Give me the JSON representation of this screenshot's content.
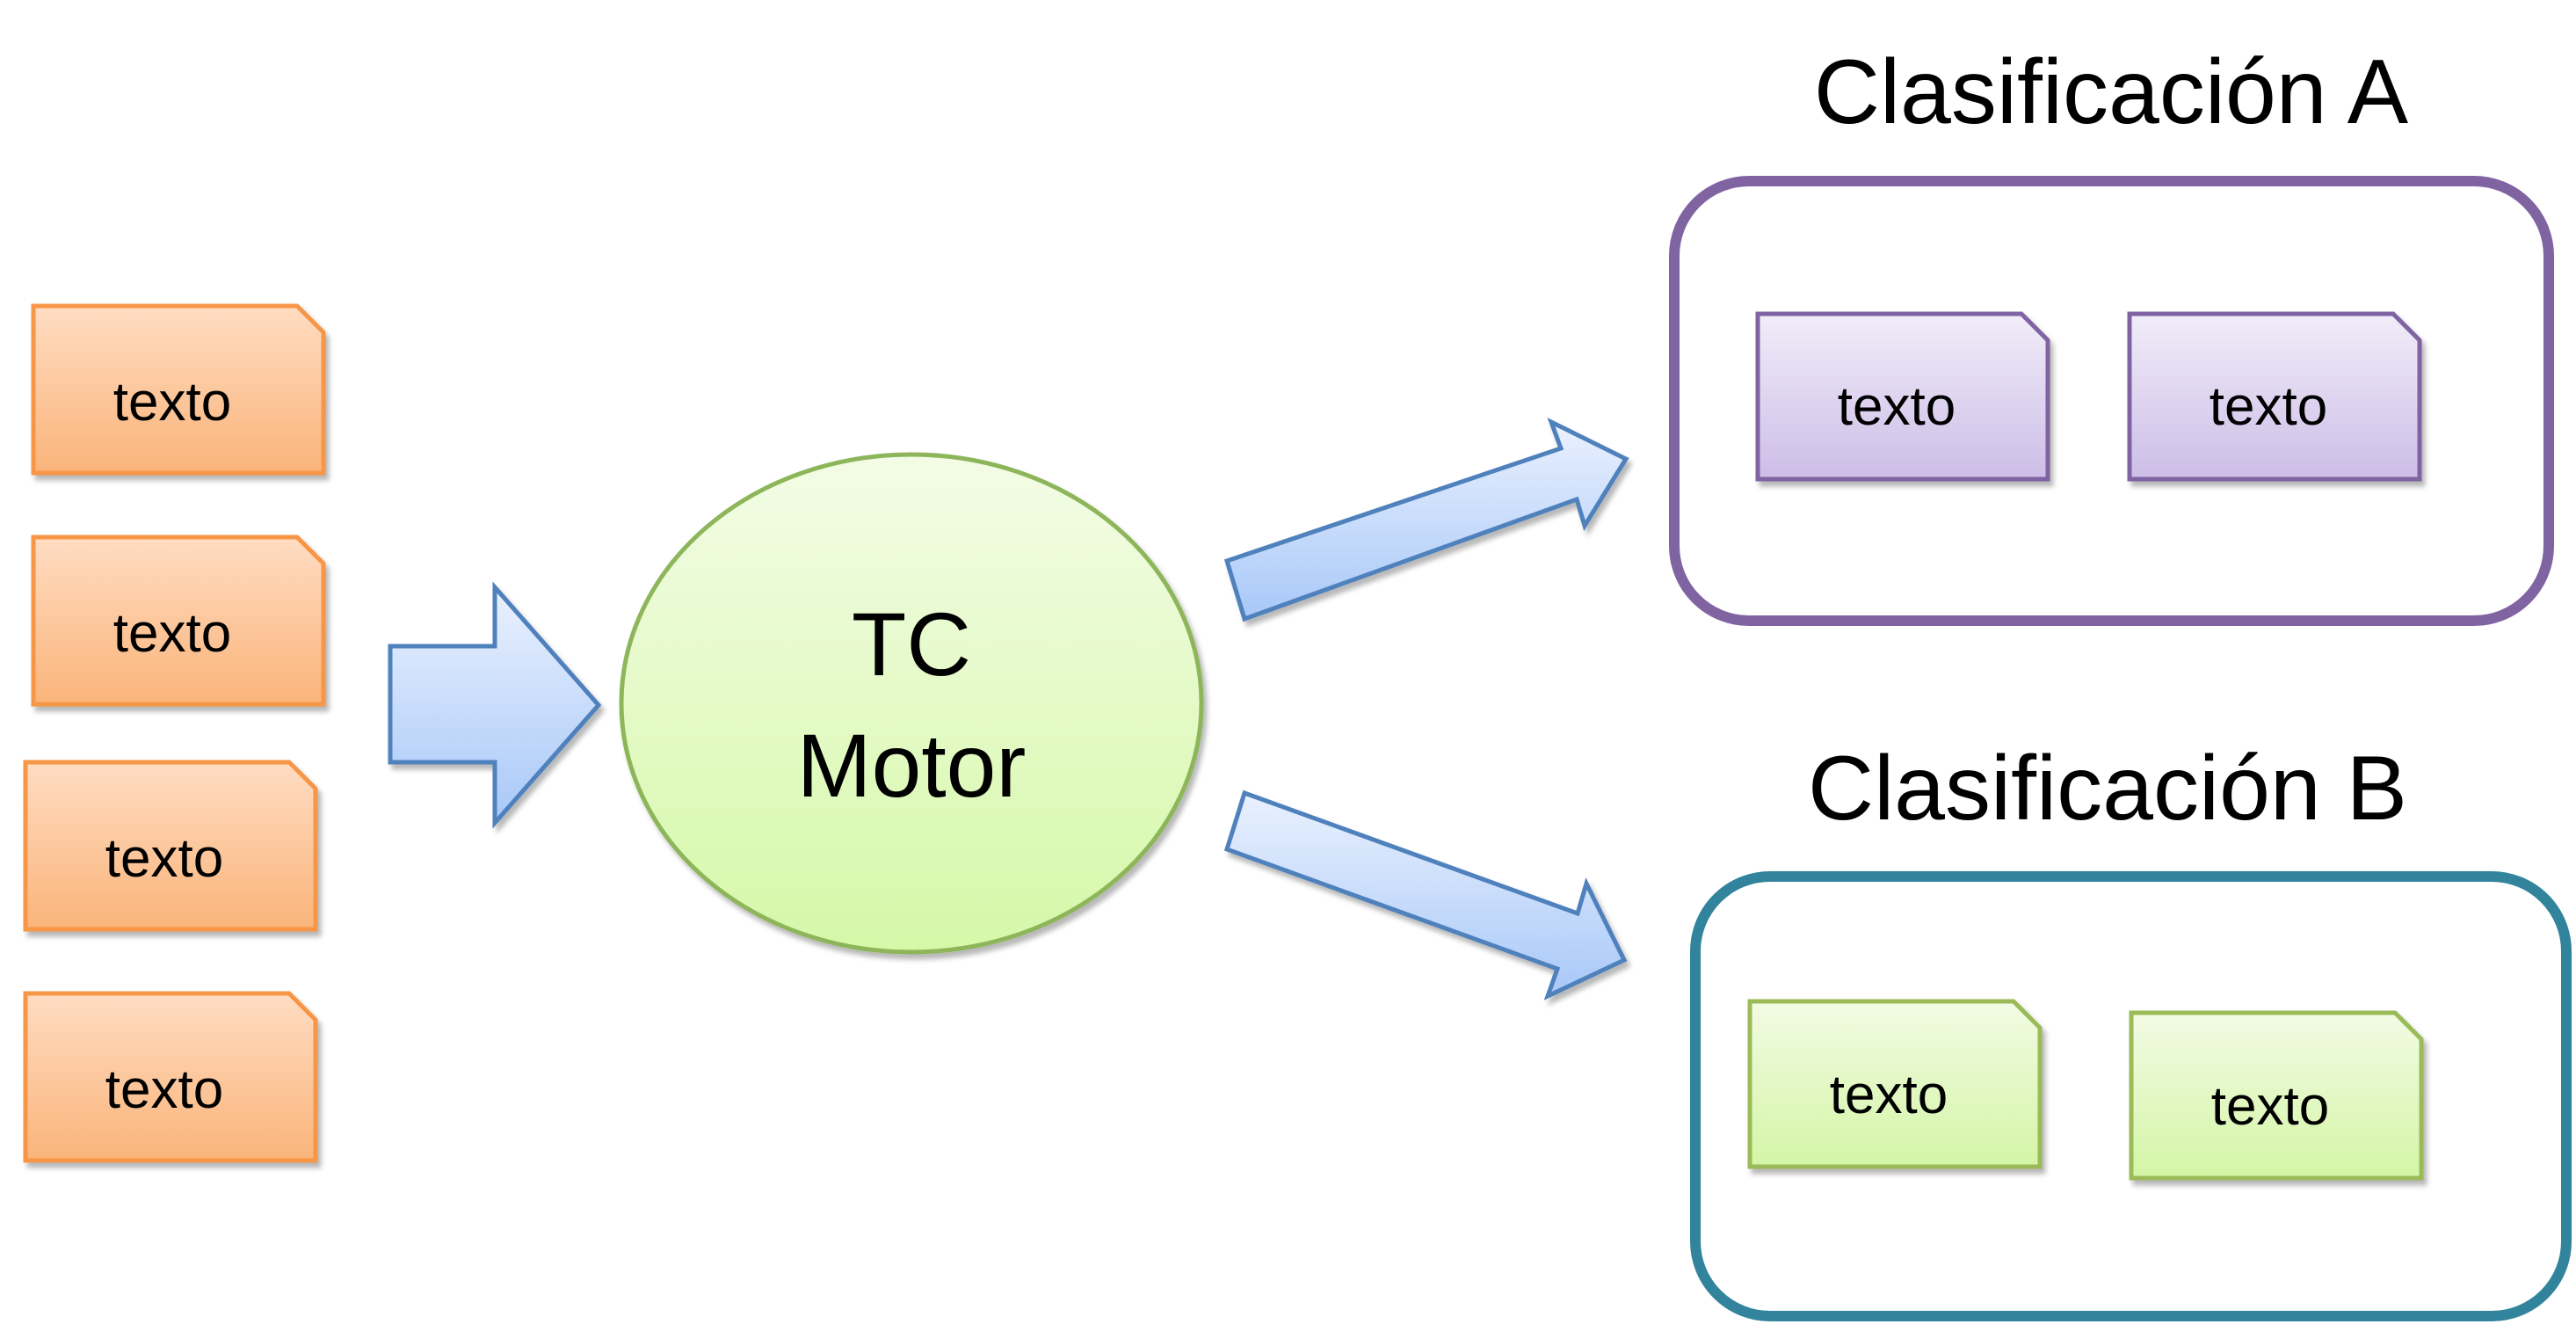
{
  "colors": {
    "input_doc_fill_top": "#FFDCC2",
    "input_doc_fill_bottom": "#FAB47A",
    "input_doc_stroke": "#F79646",
    "engine_fill_top": "#F3FCE6",
    "engine_fill_bottom": "#D5F8A8",
    "engine_stroke": "#8DB65A",
    "arrow_fill_top": "#EAF1FE",
    "arrow_fill_bottom": "#A8C8F8",
    "arrow_stroke": "#4F81BD",
    "group_a_border": "#8064A2",
    "group_a_doc_fill_top": "#F1EDF9",
    "group_a_doc_fill_bottom": "#CDBDE7",
    "group_b_border": "#31849B",
    "group_b_doc_fill_top": "#F2FBE4",
    "group_b_doc_fill_bottom": "#D4F5A6",
    "group_b_doc_stroke": "#9BBB59"
  },
  "inputs": [
    {
      "label": "texto"
    },
    {
      "label": "texto"
    },
    {
      "label": "texto"
    },
    {
      "label": "texto"
    }
  ],
  "engine": {
    "line1": "TC",
    "line2": "Motor"
  },
  "groups": [
    {
      "title": "Clasificación A",
      "docs": [
        {
          "label": "texto"
        },
        {
          "label": "texto"
        }
      ]
    },
    {
      "title": "Clasificación B",
      "docs": [
        {
          "label": "texto"
        },
        {
          "label": "texto"
        }
      ]
    }
  ]
}
